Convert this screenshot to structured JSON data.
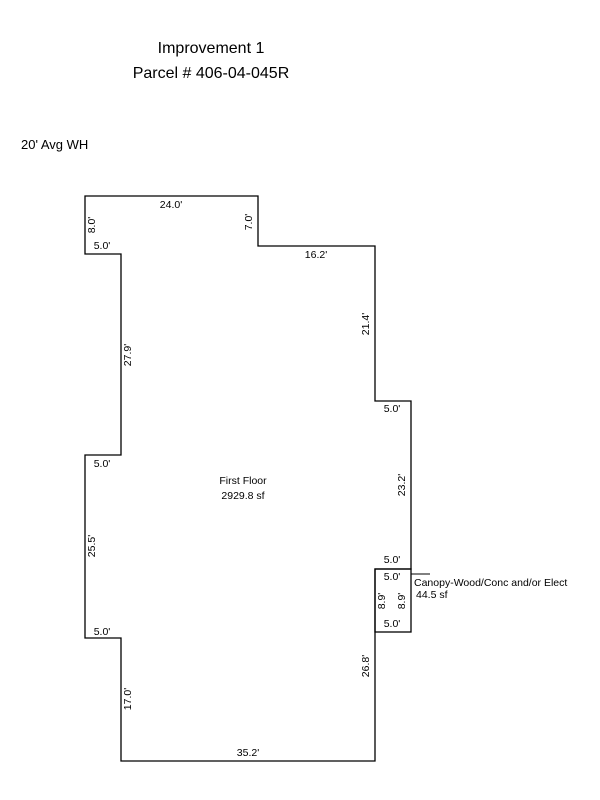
{
  "header": {
    "title": "Improvement 1",
    "parcel": "Parcel # 406-04-045R"
  },
  "note": "20' Avg WH",
  "areas": {
    "first_floor": {
      "name": "First Floor",
      "area": "2929.8 sf"
    },
    "canopy": {
      "name": "Canopy-Wood/Conc and/or Elect",
      "area": "44.5 sf"
    }
  },
  "dimensions": {
    "top": "24.0'",
    "top_left_side": "8.0'",
    "top_left_step": "5.0'",
    "top_notch": "7.0'",
    "upper_right_top": "16.2'",
    "left_upper": "27.9'",
    "right_upper": "21.4'",
    "right_step": "5.0'",
    "left_step_mid": "5.0'",
    "right_mid": "23.2'",
    "right_step_low": "5.0'",
    "left_mid": "25.5'",
    "left_step_low": "5.0'",
    "left_lower": "17.0'",
    "bottom": "35.2'",
    "right_lower": "26.8'",
    "canopy_top": "5.0'",
    "canopy_left": "8.9'",
    "canopy_right": "8.9'",
    "canopy_bottom": "5.0'"
  }
}
